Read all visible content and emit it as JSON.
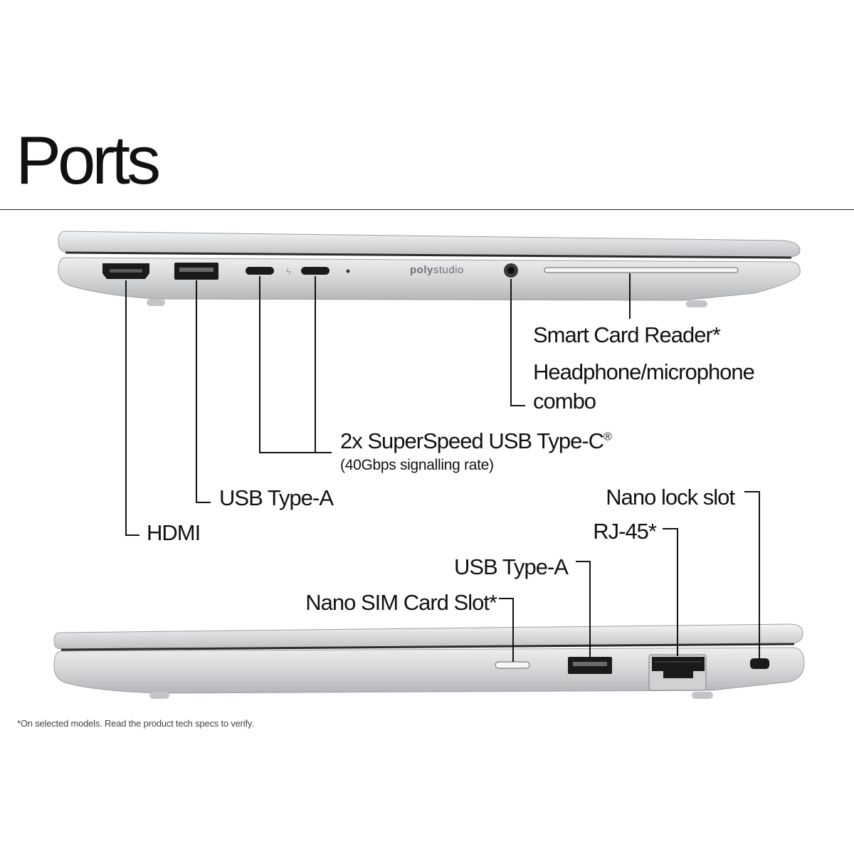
{
  "page": {
    "title": "Ports",
    "footnote": "*On selected models. Read the product tech specs to verify."
  },
  "laptop_left": {
    "brand_prefix": "poly",
    "brand_suffix": "studio"
  },
  "labels_left": {
    "smart_card": "Smart Card Reader*",
    "headphone_line1": "Headphone/microphone",
    "headphone_line2": "combo",
    "usbc_main": "2x SuperSpeed USB Type-C",
    "usbc_reg": "®",
    "usbc_sub": "(40Gbps signalling rate)",
    "usba": "USB Type-A",
    "hdmi": "HDMI"
  },
  "labels_right": {
    "nano_lock": "Nano lock slot",
    "rj45": "RJ-45*",
    "usba": "USB Type-A",
    "nano_sim": "Nano SIM Card Slot*"
  },
  "colors": {
    "chassis": "#d7d8da",
    "chassis_light": "#eef0f1",
    "chassis_dark": "#a7a9ac",
    "port": "#1a1a1a",
    "line": "#111111"
  }
}
